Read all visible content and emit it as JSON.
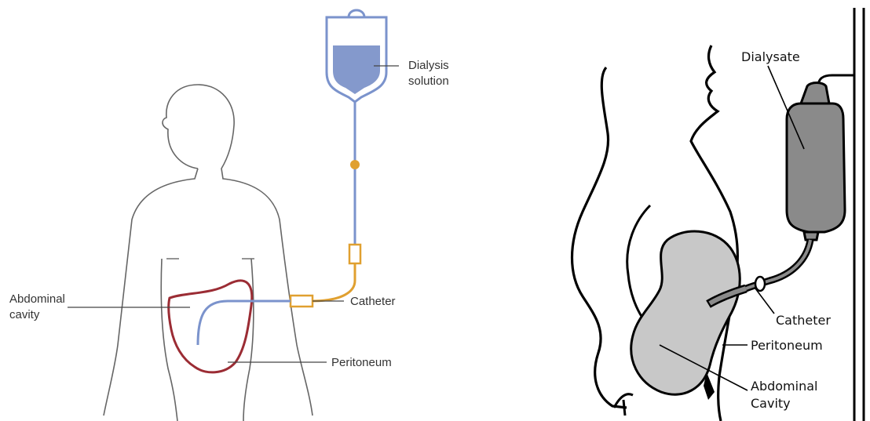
{
  "left_diagram": {
    "labels": {
      "dialysis_solution": [
        "Dialysis",
        "solution"
      ],
      "catheter": "Catheter",
      "abdominal_cavity": [
        "Abdominal",
        "cavity"
      ],
      "peritoneum": "Peritoneum"
    },
    "colors": {
      "body_outline": "#666666",
      "solution_tube": "#7b93cc",
      "catheter": "#e0a030",
      "peritoneum": "#9b2c34",
      "bag_fill": "#8499cc"
    }
  },
  "right_diagram": {
    "labels": {
      "dialysate": "Dialysate",
      "catheter": "Catheter",
      "peritoneum": "Peritoneum",
      "abdominal_cavity": [
        "Abdominal",
        "Cavity"
      ]
    },
    "colors": {
      "outline": "#000000",
      "bag_fill": "#8a8a8a",
      "cavity_fill": "#c8c8c8"
    }
  }
}
